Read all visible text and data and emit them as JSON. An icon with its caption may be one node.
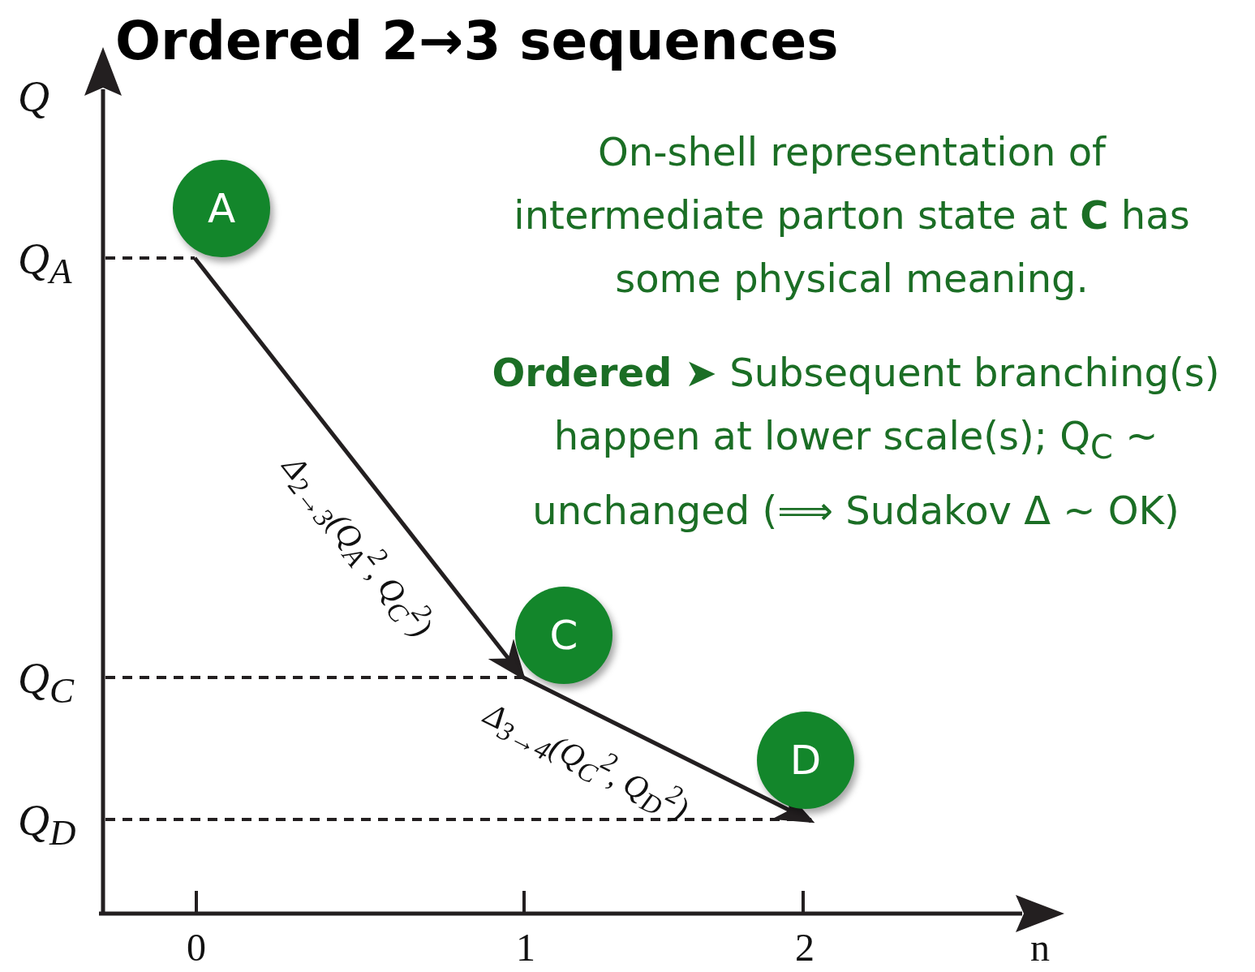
{
  "diagram": {
    "title": "Ordered 2→3 sequences",
    "nodes": [
      {
        "text": [
          "A"
        ]
      },
      {
        "text": [
          "C"
        ]
      },
      {
        "text": [
          "D"
        ]
      }
    ],
    "edges": [
      {
        "from": 0,
        "to": 1,
        "arrow": "to",
        "label": "Δ$_{2→3}$(Q$_{A}$$^{2}$, Q$_{C}$$^{2}$)"
      },
      {
        "from": 1,
        "to": 2,
        "arrow": "to",
        "label": "Δ$_{3→4}$(Q$_{C}$$^{2}$, Q$_{D}$$^{2}$)"
      }
    ],
    "labels": [
      "Q",
      "Q$_{A}$",
      "Q$_{C}$",
      "Q$_{D}$",
      "0",
      "1",
      "2",
      "n",
      "On-shell representation of intermediate parton state at **C** has some physical meaning.",
      "**Ordered** ➤ Subsequent branching(s) happen at lower scale(s); Q$_{C}$ ~ unchanged (⟹ Sudakov Δ ~ OK)"
    ]
  }
}
